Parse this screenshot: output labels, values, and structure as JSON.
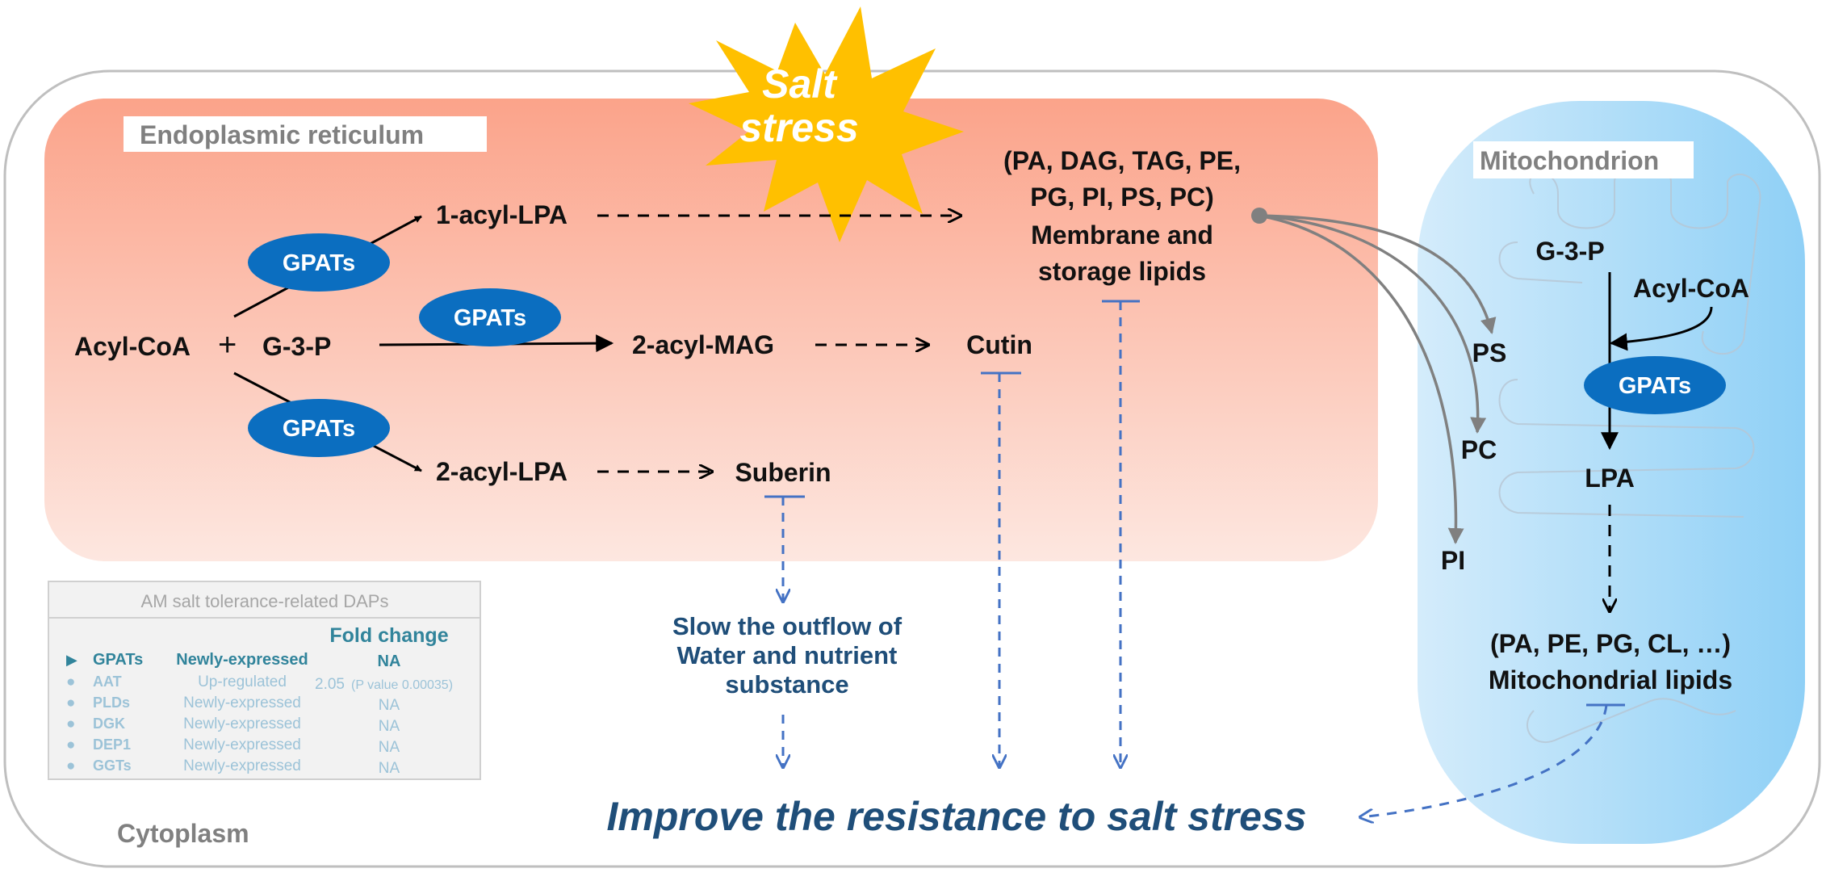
{
  "trigger": {
    "line1": "Salt",
    "line2": "stress"
  },
  "compartments": {
    "er": "Endoplasmic  reticulum",
    "mito": "Mitochondrion",
    "cyto": "Cytoplasm"
  },
  "er_pathway": {
    "acyl_coa": "Acyl-CoA",
    "plus": "+",
    "g3p": "G-3-P",
    "enzyme": "GPATs",
    "lpa1": "1-acyl-LPA",
    "mag2": "2-acyl-MAG",
    "lpa2": "2-acyl-LPA",
    "lipids_line1": "(PA, DAG, TAG, PE,",
    "lipids_line2": "PG, PI, PS, PC)",
    "lipids_line3": "Membrane and",
    "lipids_line4": "storage lipids",
    "cutin": "Cutin",
    "suberin": "Suberin"
  },
  "lipid_exports": {
    "ps": "PS",
    "pc": "PC",
    "pi": "PI"
  },
  "mito_pathway": {
    "g3p": "G-3-P",
    "acyl_coa": "Acyl-CoA",
    "enzyme": "GPATs",
    "lpa": "LPA",
    "lipids_line1": "(PA, PE, PG, CL, …)",
    "lipids_line2": "Mitochondrial  lipids"
  },
  "outcomes": {
    "slow_line1": "Slow the outflow of",
    "slow_line2": "Water and nutrient",
    "slow_line3": "substance",
    "final": "Improve the resistance to salt stress"
  },
  "legend_table": {
    "title": "AM salt tolerance-related DAPs",
    "header_fold": "Fold change",
    "rows": [
      {
        "marker": "▶",
        "name": "GPATs",
        "status": "Newly-expressed",
        "fold": "NA",
        "highlight": true
      },
      {
        "marker": "●",
        "name": "AAT",
        "status": "Up-regulated",
        "fold": "2.05",
        "pvalue": "(P value 0.00035)",
        "highlight": false
      },
      {
        "marker": "●",
        "name": "PLDs",
        "status": "Newly-expressed",
        "fold": "NA",
        "highlight": false
      },
      {
        "marker": "●",
        "name": "DGK",
        "status": "Newly-expressed",
        "fold": "NA",
        "highlight": false
      },
      {
        "marker": "●",
        "name": "DEP1",
        "status": "Newly-expressed",
        "fold": "NA",
        "highlight": false
      },
      {
        "marker": "●",
        "name": "GGTs",
        "status": "Newly-expressed",
        "fold": "NA",
        "highlight": false
      }
    ]
  },
  "colors": {
    "er_top": "#fba38a",
    "er_bottom": "#fde7e0",
    "mito_fill": "#a6d8f5",
    "enzyme_fill": "#0b6ec0",
    "star_fill": "#ffc000",
    "outcome_text": "#1f4e79",
    "inhibit_line": "#4472c4",
    "table_accent": "#31849b"
  }
}
